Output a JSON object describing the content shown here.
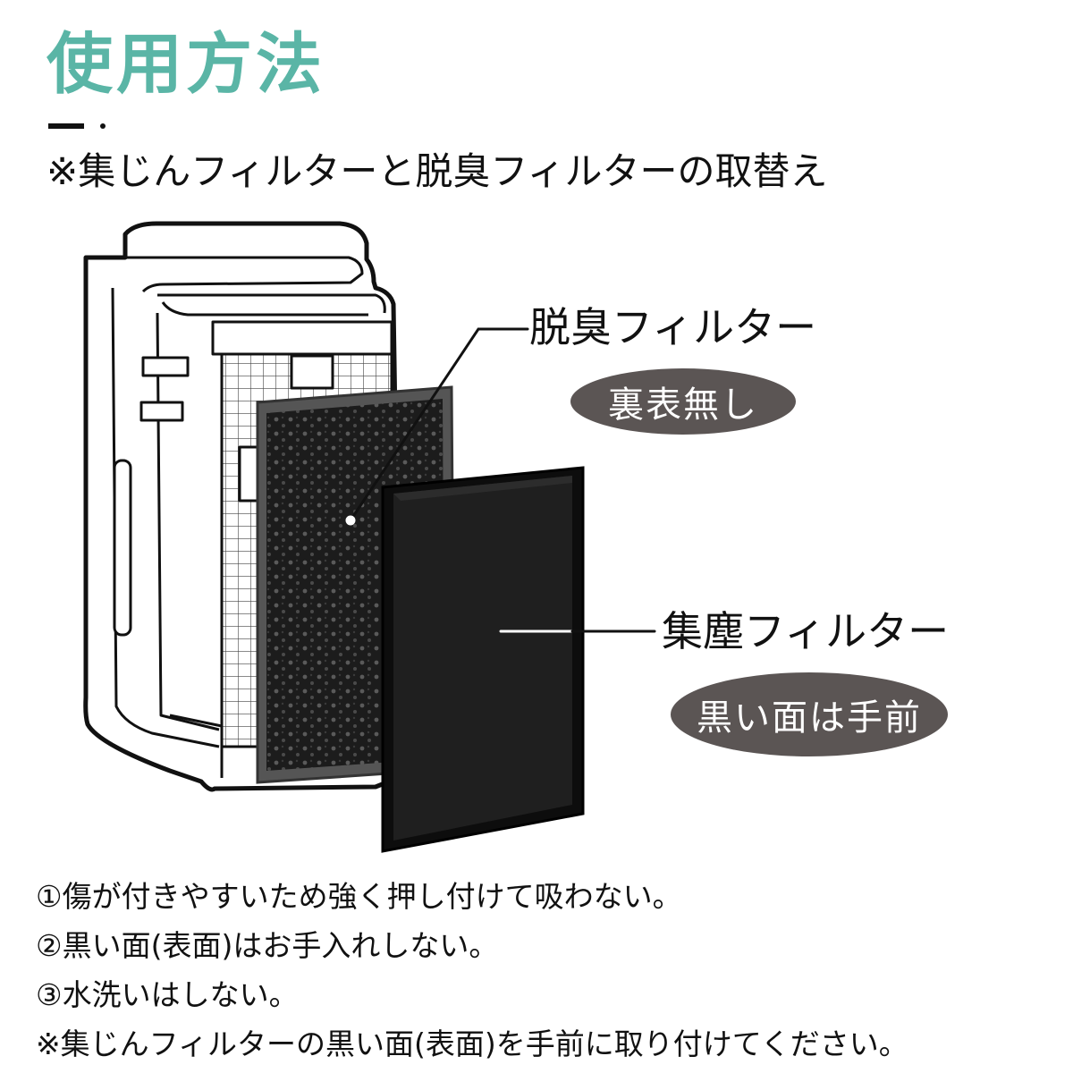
{
  "heading": {
    "title": "使用方法",
    "subtitle": "※集じんフィルターと脱臭フィルターの取替え"
  },
  "colors": {
    "title": "#5ab5a6",
    "pill": "#5b5554",
    "text": "#111111"
  },
  "illustration": {
    "icon": "air-purifier-with-filters-illustration"
  },
  "callouts": {
    "deodorizing_filter": {
      "label": "脱臭フィルター",
      "badge": "裏表無し"
    },
    "dust_filter": {
      "label": "集塵フィルター",
      "badge": "黒い面は手前"
    }
  },
  "notes": [
    "①傷が付きやすいため強く押し付けて吸わない。",
    "②黒い面(表面)はお手入れしない。",
    "③水洗いはしない。",
    "※集じんフィルターの黒い面(表面)を手前に取り付けてください。"
  ]
}
